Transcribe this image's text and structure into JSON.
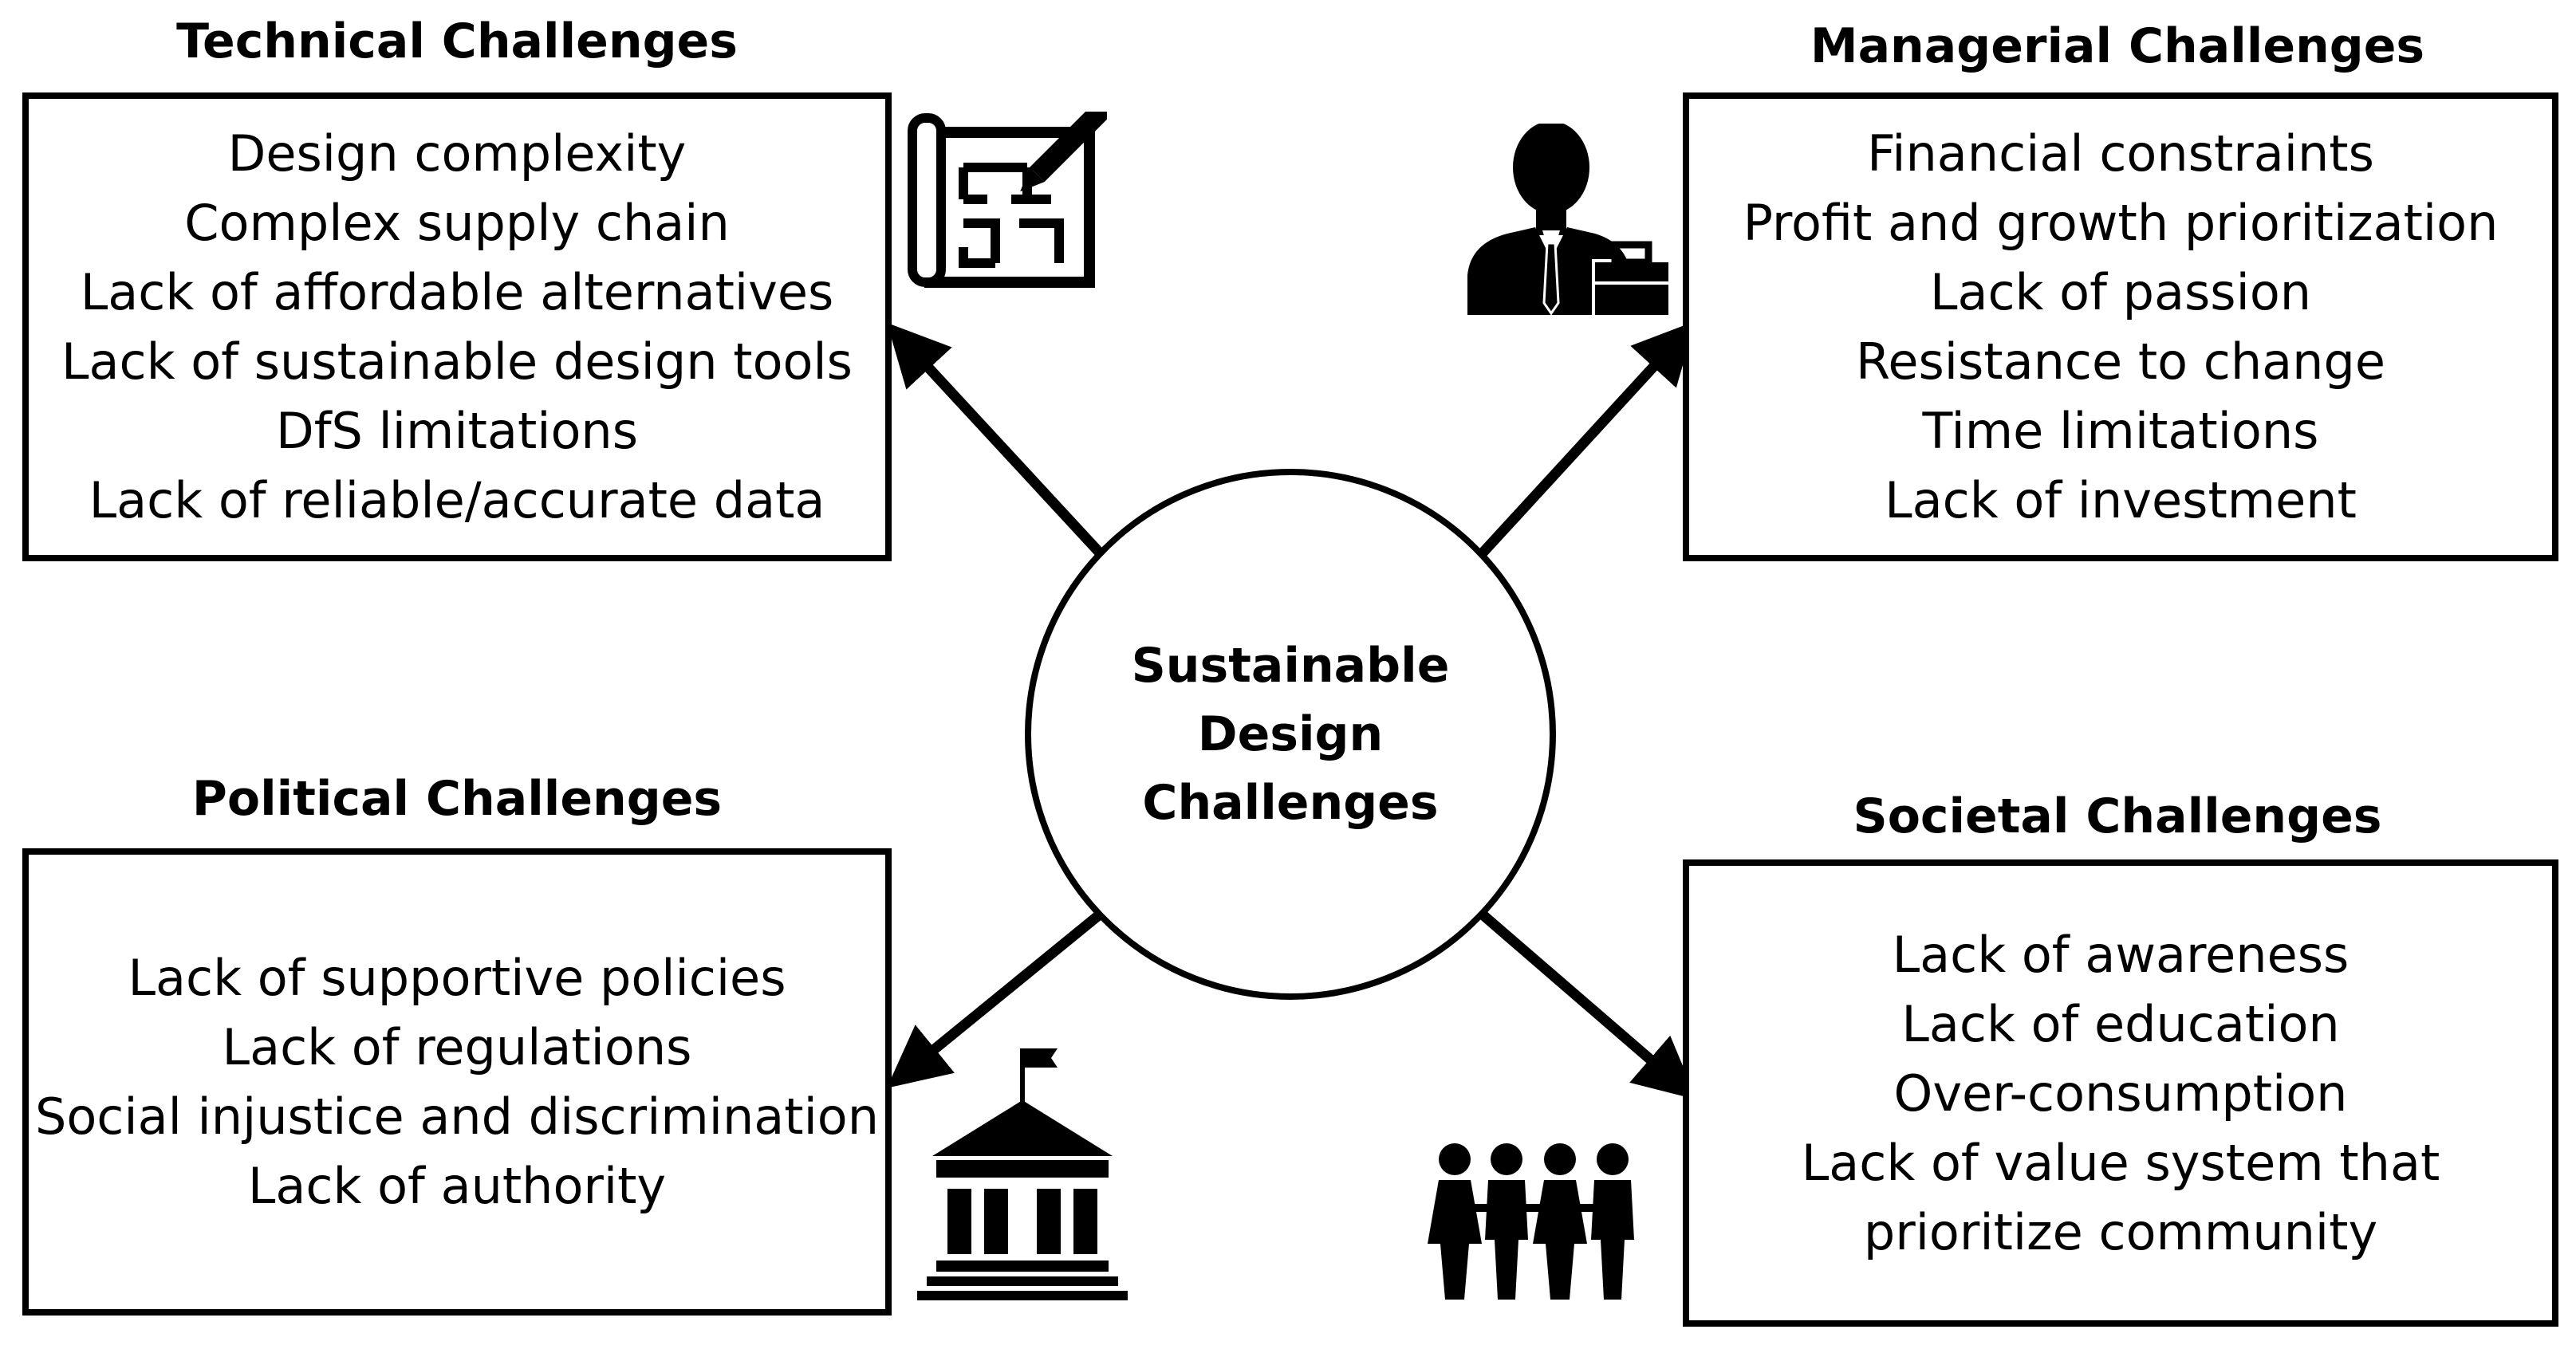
{
  "center": {
    "label": "Sustainable Design Challenges"
  },
  "technical": {
    "title": "Technical Challenges",
    "items": [
      "Design complexity",
      "Complex supply chain",
      "Lack of affordable alternatives",
      "Lack of sustainable design tools",
      "DfS limitations",
      "Lack of reliable/accurate data"
    ]
  },
  "managerial": {
    "title": "Managerial Challenges",
    "items": [
      "Financial constraints",
      "Profit and growth prioritization",
      "Lack of passion",
      "Resistance to change",
      "Time limitations",
      "Lack of investment"
    ]
  },
  "political": {
    "title": "Political Challenges",
    "items": [
      "Lack of supportive policies",
      "Lack of regulations",
      "Social injustice and discrimination",
      "Lack of authority"
    ]
  },
  "societal": {
    "title": "Societal Challenges",
    "items": [
      "Lack of awareness",
      "Lack of education",
      "Over-consumption",
      "Lack of value system that prioritize community"
    ]
  },
  "icons": {
    "technical": "blueprint-pencil-icon",
    "managerial": "businessman-briefcase-icon",
    "political": "government-building-icon",
    "societal": "people-group-icon"
  }
}
